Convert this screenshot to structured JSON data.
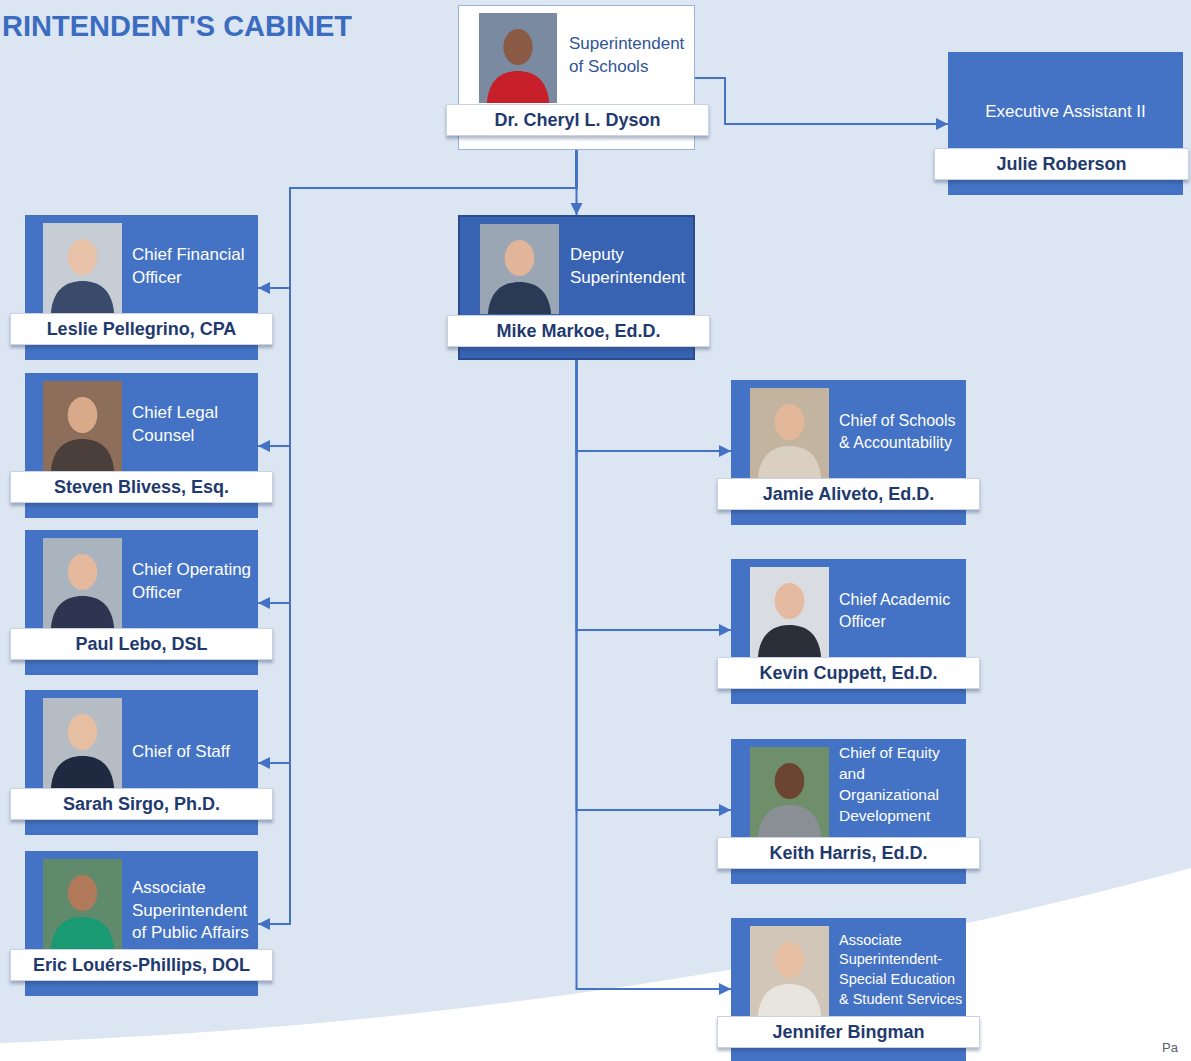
{
  "diagram": {
    "title": "RINTENDENT'S CABINET",
    "nodes": [
      {
        "text": [
          "Superintendent of Schools",
          "Dr. Cheryl L. Dyson"
        ]
      },
      {
        "text": [
          "Executive Assistant II",
          "Julie Roberson"
        ]
      },
      {
        "text": [
          "Deputy Superintendent",
          "Mike Markoe, Ed.D."
        ]
      },
      {
        "text": [
          "Chief Financial Officer",
          "Leslie Pellegrino, CPA"
        ]
      },
      {
        "text": [
          "Chief Legal Counsel",
          "Steven Blivess, Esq."
        ]
      },
      {
        "text": [
          "Chief Operating Officer",
          "Paul Lebo, DSL"
        ]
      },
      {
        "text": [
          "Chief of Staff",
          "Sarah Sirgo, Ph.D."
        ]
      },
      {
        "text": [
          "Associate Superintendent of Public Affairs",
          "Eric Louérs-Phillips, DOL"
        ]
      },
      {
        "text": [
          "Chief of Schools & Accountability",
          "Jamie Aliveto, Ed.D."
        ]
      },
      {
        "text": [
          "Chief Academic Officer",
          "Kevin Cuppett, Ed.D."
        ]
      },
      {
        "text": [
          "Chief of Equity and Organizational Development",
          "Keith Harris, Ed.D."
        ]
      },
      {
        "text": [
          "Associate Superintendent- Special Education & Student Services",
          "Jennifer Bingman"
        ]
      }
    ],
    "edges": [
      {
        "from": 0,
        "to": 1,
        "arrow": "to"
      },
      {
        "from": 0,
        "to": 2,
        "arrow": "to"
      },
      {
        "from": 0,
        "to": 3,
        "arrow": "to"
      },
      {
        "from": 0,
        "to": 4,
        "arrow": "to"
      },
      {
        "from": 0,
        "to": 5,
        "arrow": "to"
      },
      {
        "from": 0,
        "to": 6,
        "arrow": "to"
      },
      {
        "from": 0,
        "to": 7,
        "arrow": "to"
      },
      {
        "from": 2,
        "to": 8,
        "arrow": "to"
      },
      {
        "from": 2,
        "to": 9,
        "arrow": "to"
      },
      {
        "from": 2,
        "to": 10,
        "arrow": "to"
      },
      {
        "from": 2,
        "to": 11,
        "arrow": "to"
      }
    ],
    "labels": [
      "Pa"
    ]
  }
}
